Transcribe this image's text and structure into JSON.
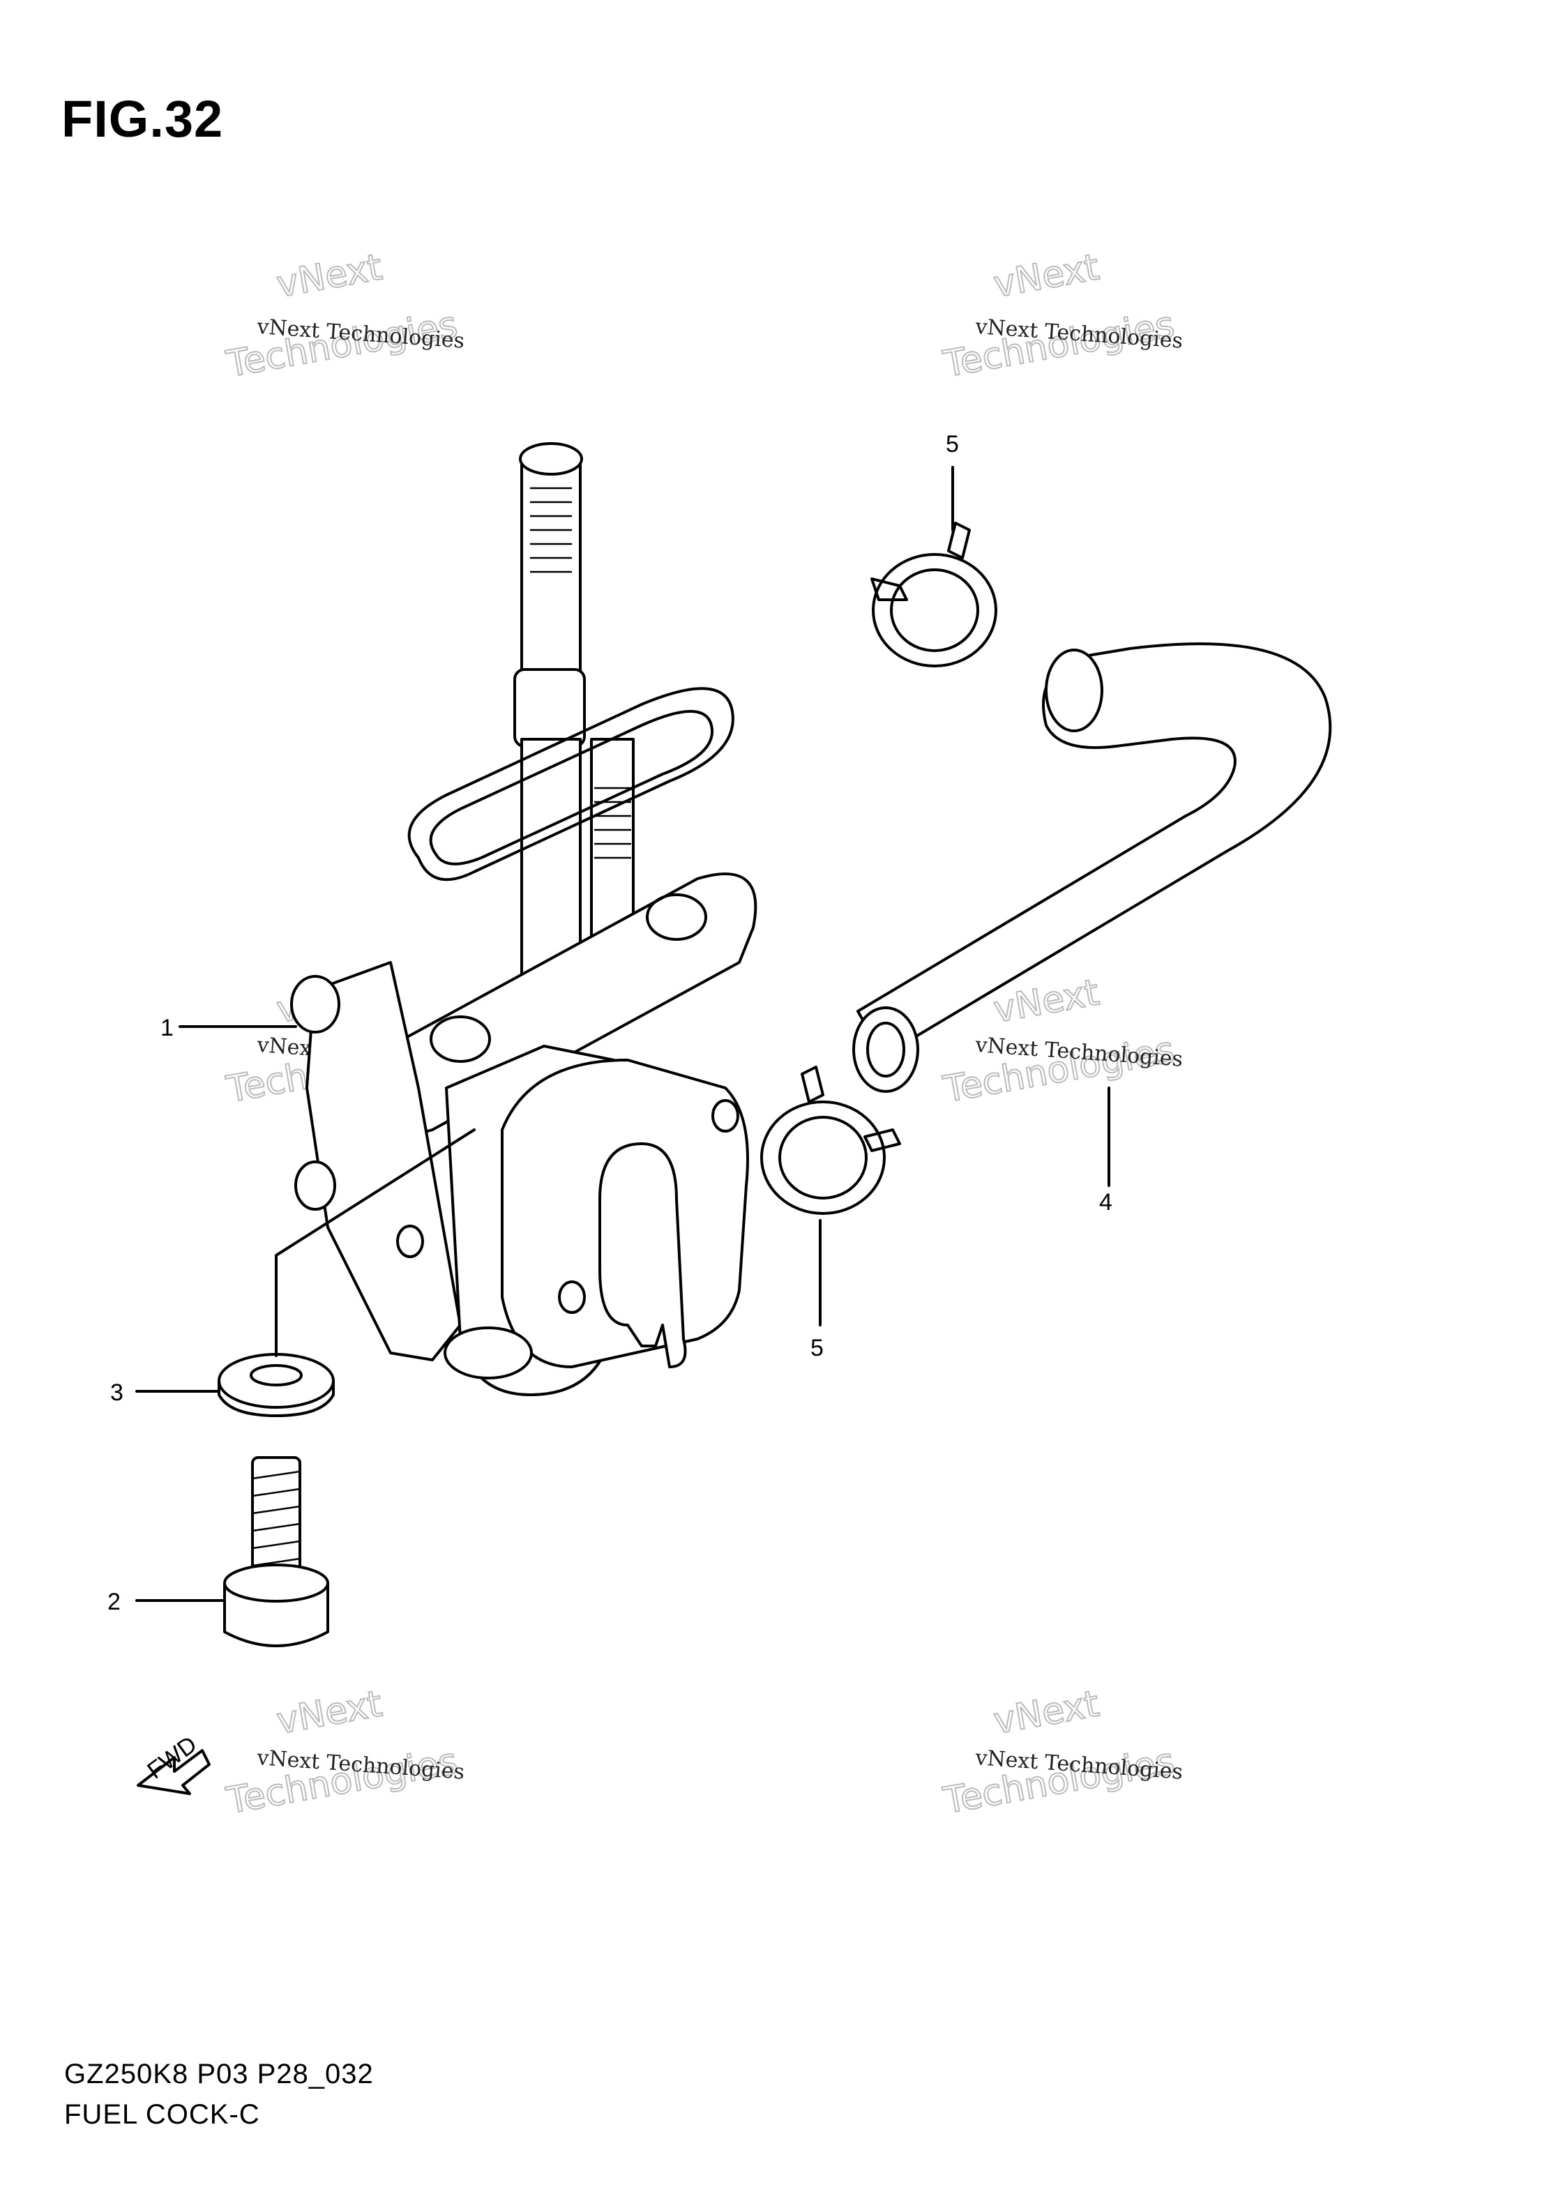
{
  "figure": {
    "title": "FIG.32"
  },
  "footer": {
    "code": "GZ250K8 P03 P28_032",
    "name": "FUEL COCK-C"
  },
  "callouts": [
    "1",
    "2",
    "3",
    "4",
    "5",
    "5"
  ],
  "fwd_label": "FWD",
  "watermark": {
    "line1": "vNext",
    "line2": "vNext Technologies",
    "line3": "Technologies"
  },
  "colors": {
    "ink": "#000000",
    "paper": "#ffffff",
    "watermark": "#bbbbbb"
  }
}
